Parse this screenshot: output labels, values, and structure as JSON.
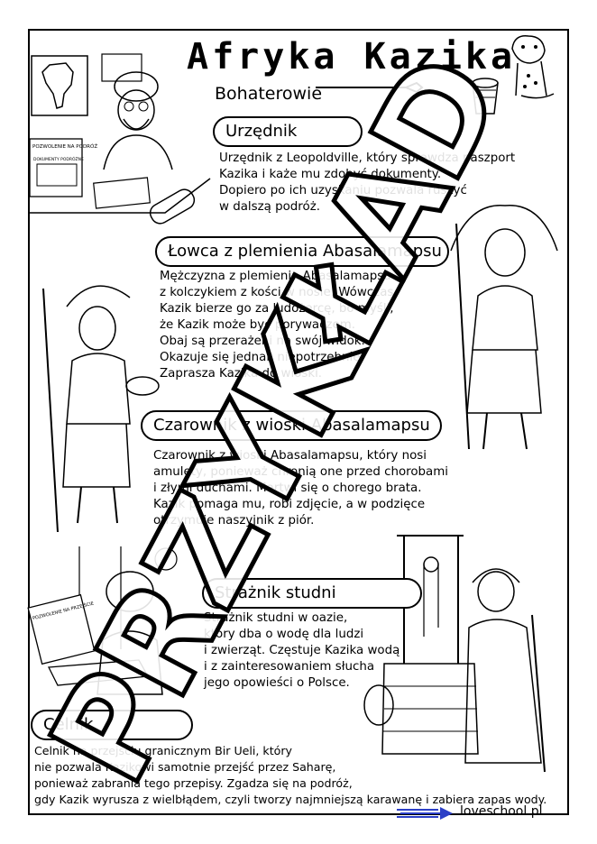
{
  "page": {
    "title": "Afryka Kazika",
    "subtitle": "Bohaterowie"
  },
  "sections": [
    {
      "heading": "Urzędnik",
      "lines": [
        "Urzędnik z Leopoldville, który sprawdza paszport",
        "Kazika i każe mu zdobyć dokumenty.",
        "Dopiero po ich uzyskaniu pozwala ruszyć",
        "w dalszą podróż."
      ]
    },
    {
      "heading": "Łowca z plemienia Abasalamapsu",
      "lines": [
        "Mężczyzna z plemienia Abasalamapsu",
        "z kolczykiem z kości w nosie. Wówczas",
        "Kazik bierze go za ludożercę, bo myśli,",
        "że Kazik może być porywaczem.",
        "Obaj są przerażeni na swój widok.",
        "Okazuje się jednak niepotrzebnie.",
        "Zaprasza Kazika do wioski."
      ]
    },
    {
      "heading": "Czarownik z wioski Abasalamapsu",
      "lines": [
        "Czarownik z wioski Abasalamapsu, który nosi",
        "amulety, ponieważ chronią one przed chorobami",
        "i złymi duchami. Martwi się o chorego brata.",
        "Kazik pomaga mu, robi zdjęcie, a w podzięce",
        "otrzymuje naszyjnik z piór."
      ]
    },
    {
      "heading": "Strażnik studni",
      "lines": [
        "Strażnik studni w oazie,",
        "który dba o wodę dla ludzi",
        "i zwierząt. Częstuje Kazika wodą",
        "i z zainteresowaniem słucha",
        "jego opowieści o Polsce."
      ]
    },
    {
      "heading": "Celnik",
      "lines": [
        "Celnik na przejściu granicznym Bir Ueli, który",
        "nie pozwala Kazikowi samotnie przejść przez Saharę,",
        "ponieważ zabrania tego przepisy. Zgadza się na podróż,",
        "gdy Kazik wyrusza z wielbłądem, czyli tworzy najmniejszą karawanę i zabiera zapas wody."
      ]
    }
  ],
  "illustration_labels": {
    "permit_1": "POZWOLENIE NA PODRÓŻ",
    "documents": "DOKUMENTY PODRÓŻNE",
    "permit_2": "POZWOLENIE NA PRZEJŚCIE"
  },
  "watermark": "PRZYKŁAD",
  "footer": {
    "brand": "loveschool.pl"
  },
  "colors": {
    "ink": "#000000",
    "paper": "#ffffff",
    "watermark_fill": "#ffffff",
    "logo_blue": "#2b3fc7"
  }
}
